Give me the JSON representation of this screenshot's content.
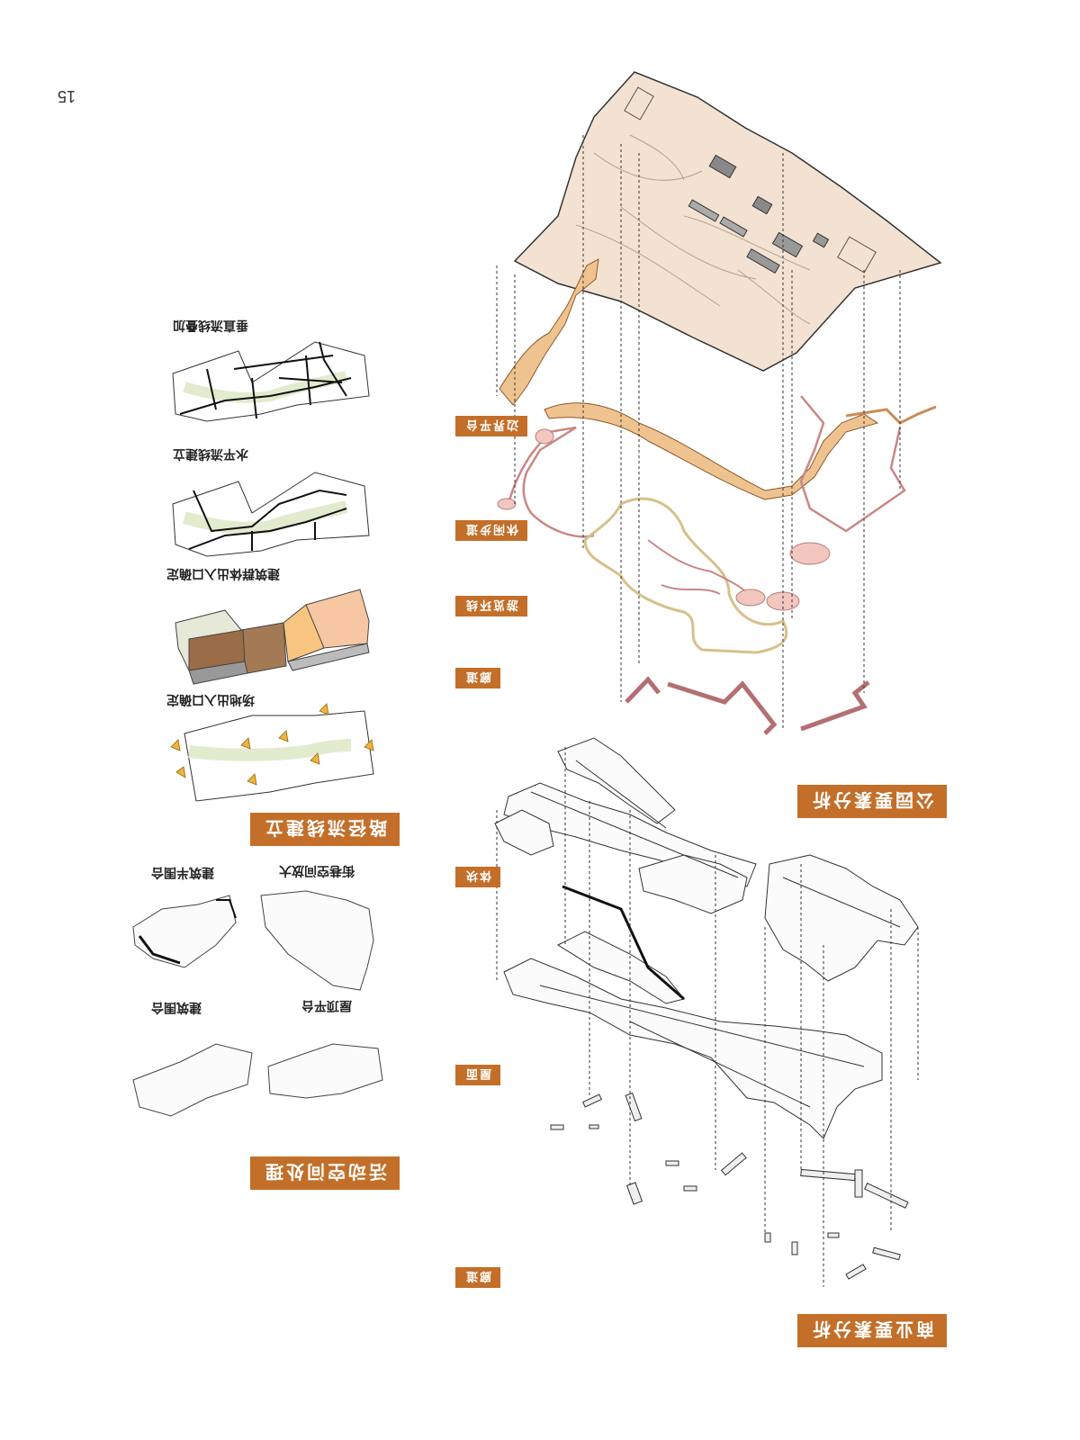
{
  "page_number": "15",
  "colors": {
    "accent": "#c36f2a",
    "park_fill": "#f3e2d1",
    "platform": "#efc38f",
    "pink": "#f3c6c0",
    "line_pink": "#c98785",
    "trail": "#d7c08a",
    "corridor": "#b36f73",
    "green_strip": "#e3ebcf"
  },
  "left_column": {
    "section_route": "路径流线建立",
    "step_vertical": "垂直流线叠加",
    "step_horizontal": "水平流线建立",
    "step_building_entry": "建筑群体出入口确定",
    "step_site_entry": "场地出入口确定",
    "section_activity": "活动空间处理",
    "act_semi_courtyard": "建筑半围合",
    "act_street_open": "街巷空间放大",
    "act_courtyard": "建筑围合",
    "act_roof_platform": "屋顶平台"
  },
  "park_analysis": {
    "title": "公园要素分析",
    "layers": [
      "边界平台",
      "休闲步道",
      "游览环线",
      "廊道"
    ]
  },
  "commercial_analysis": {
    "title": "商业要素分析",
    "layers": [
      "体块",
      "屋面",
      "廊道"
    ]
  }
}
